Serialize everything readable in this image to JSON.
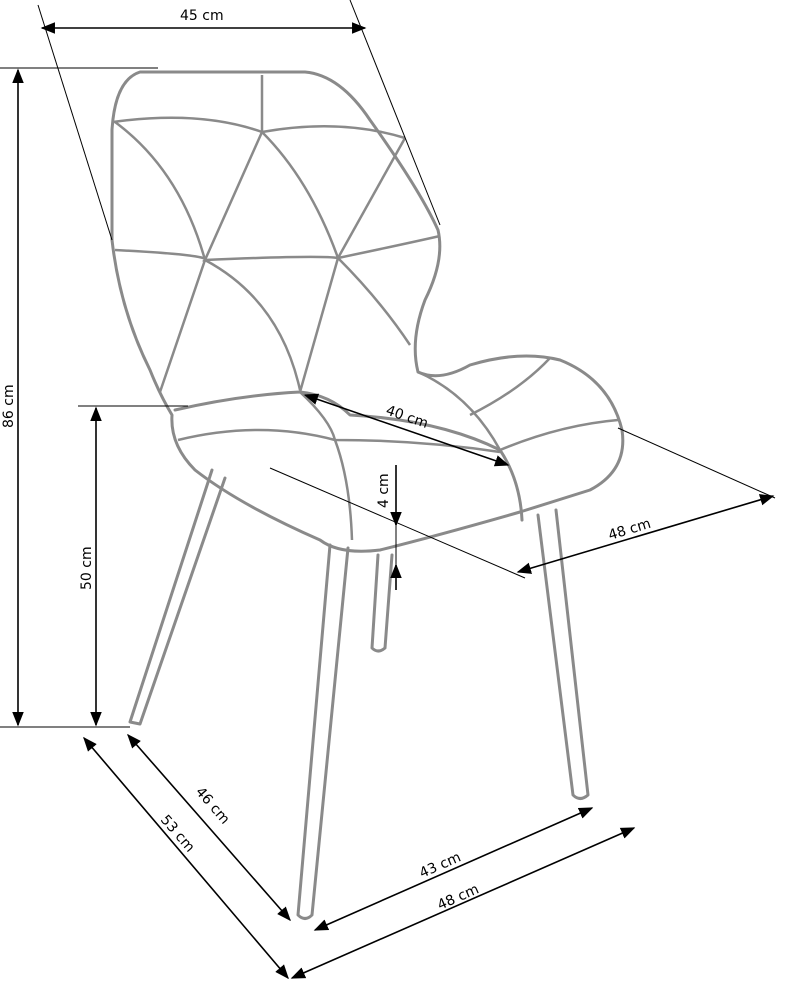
{
  "diagram": {
    "dimensions": {
      "back_width": "45 cm",
      "total_height": "86 cm",
      "seat_height": "50 cm",
      "seat_depth": "40 cm",
      "seat_thickness": "4 cm",
      "seat_width": "48 cm",
      "leg_depth_inner": "46 cm",
      "leg_depth_outer": "53 cm",
      "leg_width_inner": "43 cm",
      "leg_width_outer": "48 cm"
    }
  }
}
